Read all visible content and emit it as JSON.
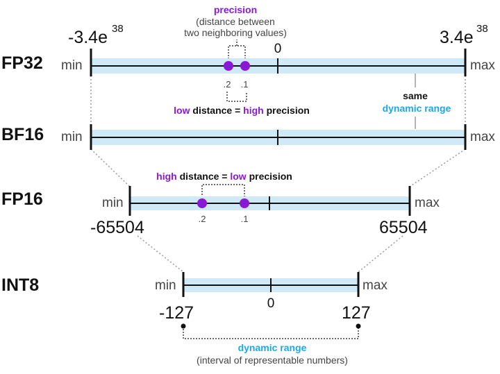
{
  "colors": {
    "band": "#cfe9f7",
    "axis": "#111111",
    "purple": "#8a19d6",
    "blue": "#1da7e0",
    "guide": "#9a9a9a"
  },
  "formats": {
    "fp32": "FP32",
    "bf16": "BF16",
    "fp16": "FP16",
    "int8": "INT8"
  },
  "labels": {
    "min": "min",
    "max": "max"
  },
  "fp32": {
    "min_base": "-3.4e",
    "min_exp": "38",
    "max_base": "3.4e",
    "max_exp": "38",
    "zero": "0",
    "point_a": ".2",
    "point_b": ".1"
  },
  "fp16": {
    "min_value": "-65504",
    "max_value": "65504",
    "point_a": ".2",
    "point_b": ".1"
  },
  "int8": {
    "min_value": "-127",
    "max_value": "127",
    "zero": "0"
  },
  "precision": {
    "title": "precision",
    "desc_line1": "(distance between",
    "desc_line2": "two neighboring values)"
  },
  "low_precision_caption": {
    "part1": "low",
    "part2": " distance = ",
    "part3": "high",
    "part4": " precision"
  },
  "high_distance_caption": {
    "part1": "high",
    "part2": " distance = ",
    "part3": "low",
    "part4": " precision"
  },
  "same_range": {
    "line1": "same",
    "line2": "dynamic range"
  },
  "dynamic_range": {
    "title": "dynamic range",
    "desc": "(interval of representable numbers)"
  }
}
